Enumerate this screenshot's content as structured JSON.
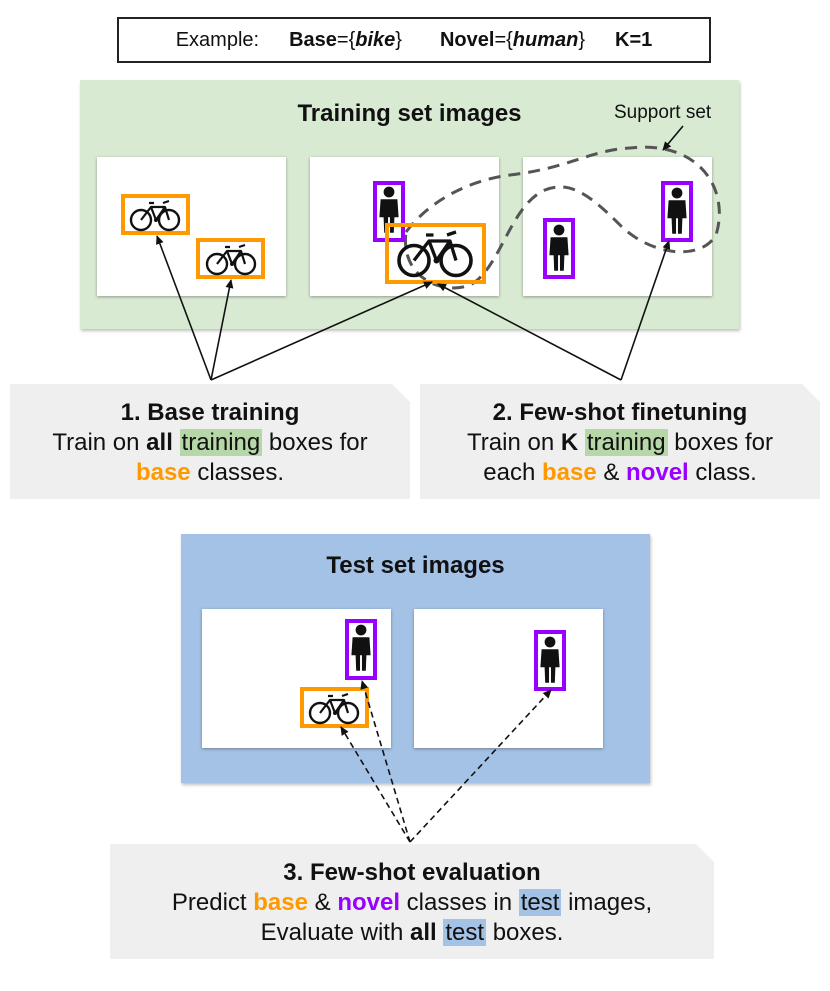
{
  "example": {
    "prefix": "Example:",
    "base_key": "Base",
    "base_eq": "={",
    "base_val": "bike",
    "base_close": "}",
    "novel_key": "Novel",
    "novel_eq": "={",
    "novel_val": "human",
    "novel_close": "}",
    "k_label": "K=1"
  },
  "training": {
    "title": "Training set images",
    "support_label": "Support set"
  },
  "test": {
    "title": "Test set images"
  },
  "steps": [
    {
      "head": "1. Base training",
      "l1a": "Train on ",
      "l1b": "all",
      "l1c": " ",
      "l1d": "training",
      "l1e": " boxes for",
      "l2a": "base",
      "l2b": " classes."
    },
    {
      "head": "2. Few-shot finetuning",
      "l1a": "Train on ",
      "l1b": "K",
      "l1c": " ",
      "l1d": "training",
      "l1e": " boxes for",
      "l2a": "each ",
      "l2b": "base",
      "l2c": " & ",
      "l2d": "novel",
      "l2e": " class."
    },
    {
      "head": "3. Few-shot evaluation",
      "l1a": "Predict ",
      "l1b": "base",
      "l1c": " & ",
      "l1d": "novel",
      "l1e": " classes in ",
      "l1f": "test",
      "l1g": " images,",
      "l2a": "Evaluate with ",
      "l2b": "all",
      "l2c": " ",
      "l2d": "test",
      "l2e": " boxes."
    }
  ],
  "colors": {
    "base_box": "#ff9900",
    "novel_box": "#9900ff",
    "train_bg": "#d9ead3",
    "test_bg": "#a4c2e6"
  },
  "icons": [
    "bike-icon",
    "person-icon"
  ]
}
